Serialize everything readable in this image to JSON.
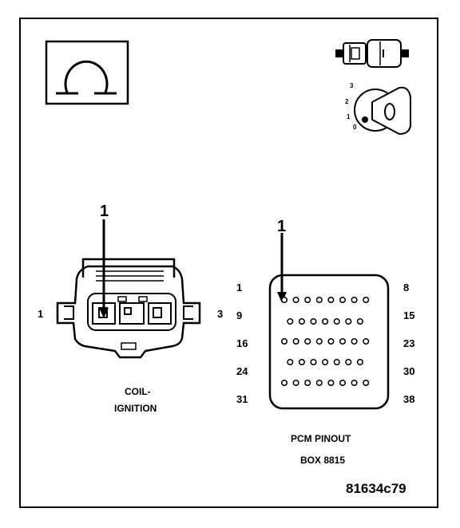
{
  "ohmmeter_icon": "omega-ohmmeter-icon",
  "connector_icon": "disconnected-connector-icon",
  "ignition_icon": "ignition-key-icon",
  "ignition_positions": [
    "3",
    "2",
    "1",
    "0"
  ],
  "coil": {
    "pointer_number": "1",
    "left_pin": "1",
    "right_pin": "3",
    "caption_line1": "COIL-",
    "caption_line2": "IGNITION"
  },
  "pcm": {
    "pointer_number": "1",
    "row_left_labels": [
      "1",
      "9",
      "16",
      "24",
      "31"
    ],
    "row_right_labels": [
      "8",
      "15",
      "23",
      "30",
      "38"
    ],
    "row_pin_counts": [
      8,
      7,
      8,
      7,
      8
    ],
    "highlighted_pin": 1,
    "caption_line1": "PCM PINOUT",
    "caption_line2": "BOX 8815"
  },
  "figure_code": "81634c79"
}
